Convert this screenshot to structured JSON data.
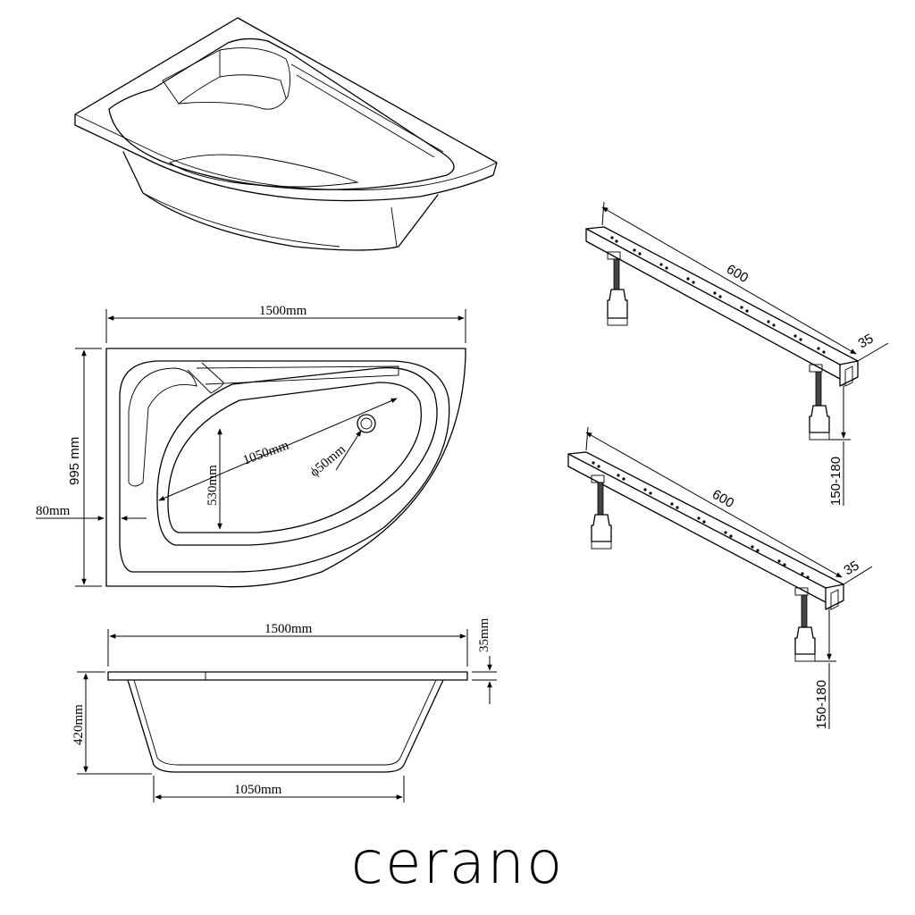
{
  "brand": "cerano",
  "plan_view": {
    "width_label": "1500mm",
    "depth_label": "995 mm",
    "rim_label": "80mm",
    "diagonal_label": "1050mm",
    "inner_width_label": "530mm",
    "drain_label": "ϕ50mm"
  },
  "side_view": {
    "width_label": "1500mm",
    "height_label": "420mm",
    "rim_height_label": "35mm",
    "bottom_width_label": "1050mm"
  },
  "legs": [
    {
      "length_label": "600",
      "profile_label": "35",
      "adjust_label": "150-180"
    },
    {
      "length_label": "600",
      "profile_label": "35",
      "adjust_label": "150-180"
    }
  ]
}
